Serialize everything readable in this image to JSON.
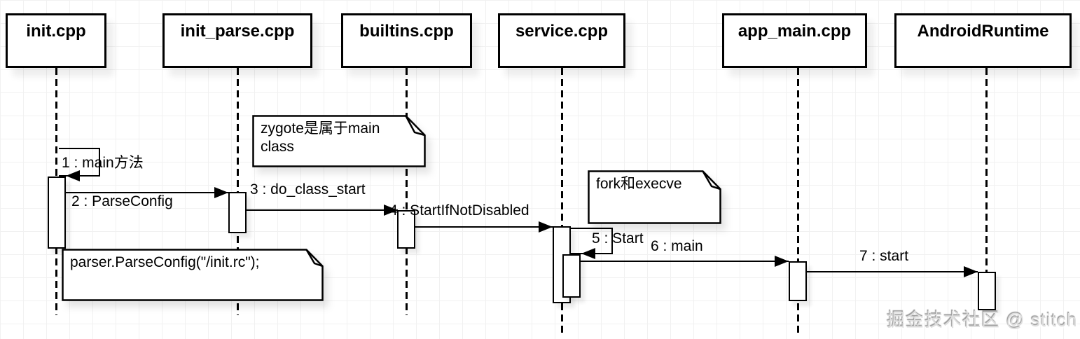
{
  "diagram": {
    "type": "uml-sequence-diagram",
    "participants": [
      {
        "label": "init.cpp"
      },
      {
        "label": "init_parse.cpp"
      },
      {
        "label": "builtins.cpp"
      },
      {
        "label": "service.cpp"
      },
      {
        "label": "app_main.cpp"
      },
      {
        "label": "AndroidRuntime"
      }
    ],
    "messages": [
      {
        "label": "1 : main方法",
        "from": "init.cpp",
        "to": "init.cpp",
        "kind": "self-call"
      },
      {
        "label": "2 : ParseConfig",
        "from": "init.cpp",
        "to": "init_parse.cpp",
        "kind": "call"
      },
      {
        "label": "3 : do_class_start",
        "from": "init_parse.cpp",
        "to": "builtins.cpp",
        "kind": "call"
      },
      {
        "label": "4 : StartIfNotDisabled",
        "from": "builtins.cpp",
        "to": "service.cpp",
        "kind": "call"
      },
      {
        "label": "5 : Start",
        "from": "service.cpp",
        "to": "service.cpp",
        "kind": "self-call"
      },
      {
        "label": "6 : main",
        "from": "service.cpp",
        "to": "app_main.cpp",
        "kind": "call"
      },
      {
        "label": "7 : start",
        "from": "app_main.cpp",
        "to": "AndroidRuntime",
        "kind": "call"
      }
    ],
    "notes": [
      {
        "text": "zygote是属于main class"
      },
      {
        "text": "fork和execve"
      },
      {
        "text": "parser.ParseConfig(\"/init.rc\");"
      }
    ],
    "watermark": {
      "text": "掘金技术社区 @ stitch"
    },
    "colors": {
      "stroke": "#000000",
      "fill": "#ffffff",
      "grid": "#f1f1f1",
      "watermark": "#dedede"
    }
  }
}
